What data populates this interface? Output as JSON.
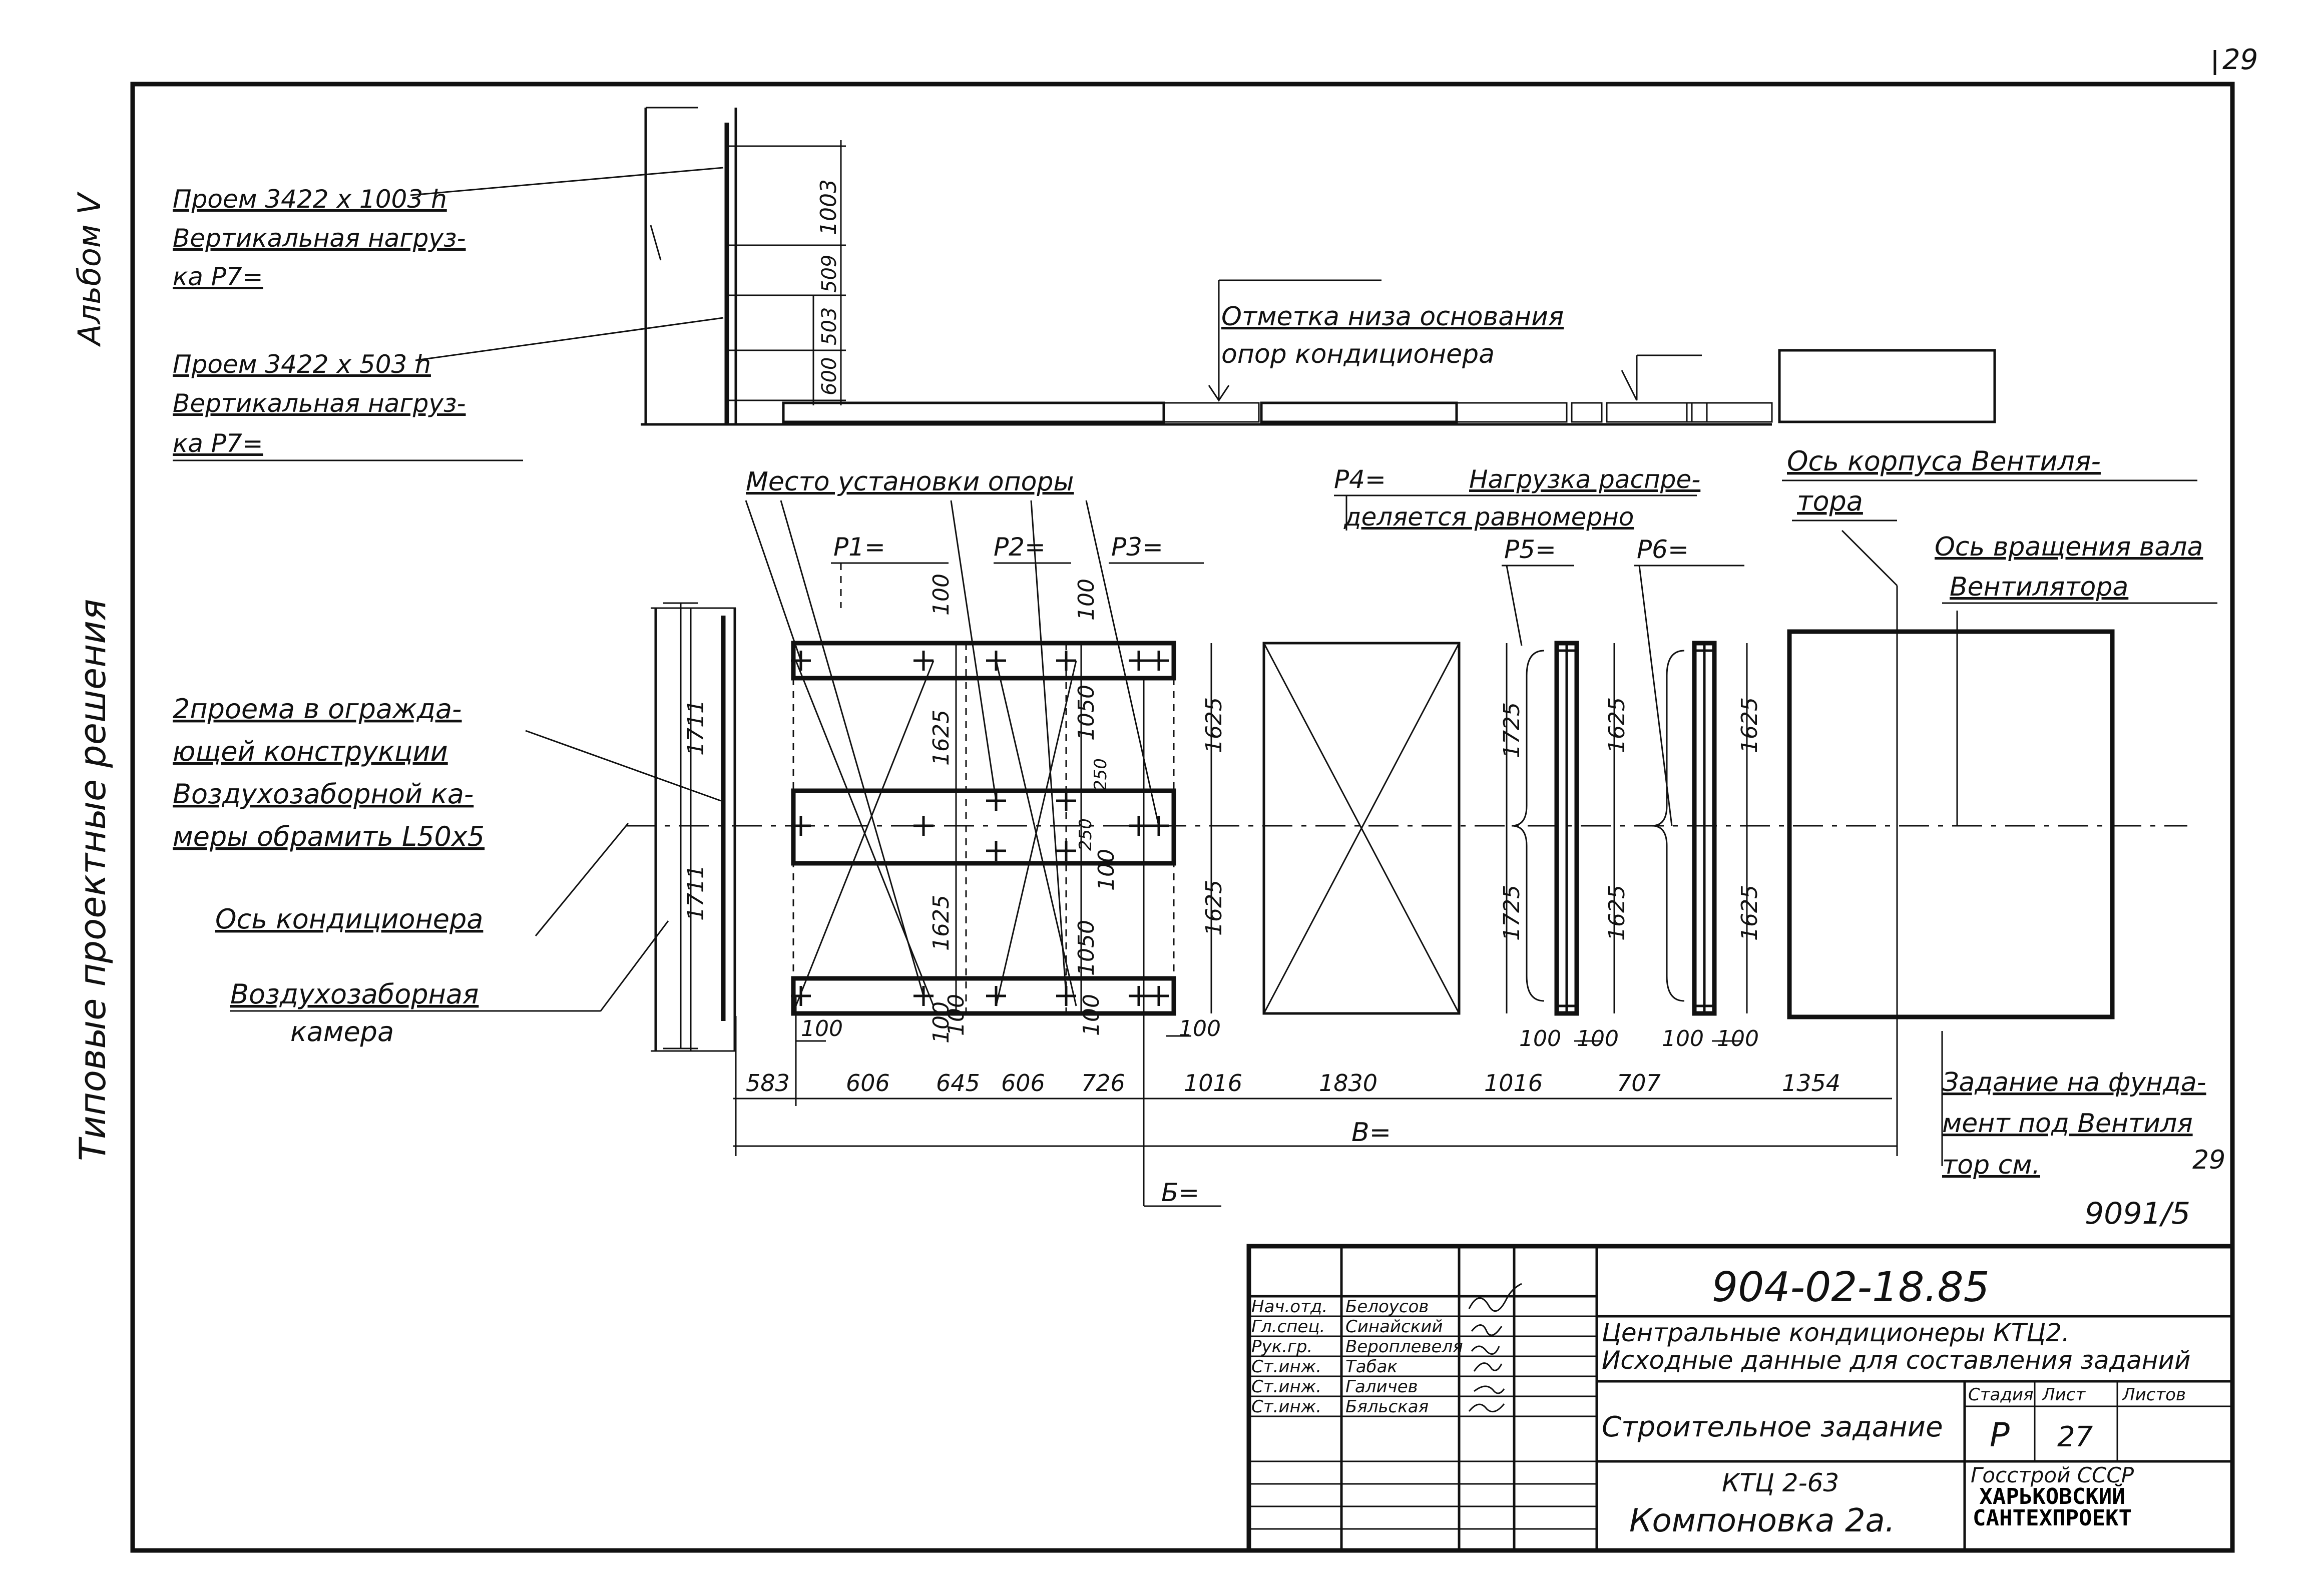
{
  "page_number": "29",
  "side_labels": {
    "album": "Альбом V",
    "series": "Типовые проектные решения"
  },
  "left_notes": {
    "opening1_line1": "Проем 3422 x 1003 h",
    "opening1_line2": "Вертикальная нагруз-",
    "opening1_line3": "ка P7=",
    "opening2_line1": "Проем 3422 x 503 h",
    "opening2_line2": "Вертикальная нагруз-",
    "opening2_line3": "ка P7=",
    "two_openings_line1": "2проема в огражда-",
    "two_openings_line2": "ющей конструкции",
    "two_openings_line3": "Воздухозаборной ка-",
    "two_openings_line4": "меры обрамить L50x5",
    "conditioner_axis": "Ось кондиционера",
    "intake_chamber_line1": "Воздухозаборная",
    "intake_chamber_line2": "камера"
  },
  "top_notes": {
    "base_mark_line1": "Отметка низа основания",
    "base_mark_line2": "опор кондиционера",
    "support_place": "Место установки опоры",
    "p4_label": "P4=",
    "p4_note_line1": "Нагрузка распре-",
    "p4_note_line2": "деляется равномерно",
    "fan_body_axis_line1": "Ось корпуса Вентиля-",
    "fan_body_axis_line2": "тора",
    "fan_shaft_axis_line1": "Ось вращения вала",
    "fan_shaft_axis_line2": "Вентилятора",
    "fan_foundation_line1": "Задание на фунда-",
    "fan_foundation_line2": "мент под Вентиля",
    "fan_foundation_line3": "тор см.",
    "fan_foundation_ref": "29",
    "fan_foundation_code": "9091/5"
  },
  "loads": {
    "p1": "P1=",
    "p2": "P2=",
    "p3": "P3=",
    "p5": "P5=",
    "p6": "P6="
  },
  "elevation_dims": {
    "d1003": "1003",
    "d509": "509",
    "d503": "503",
    "d600": "600"
  },
  "plan_dims": {
    "d1711_top": "1711",
    "d1711_bottom": "1711",
    "d1625_a": "1625",
    "d1625_b": "1625",
    "d1050_a": "1050",
    "d1050_b": "1050",
    "d100_a": "100",
    "d100_b": "100",
    "d100_c": "100",
    "d100_d": "100",
    "d250": "250",
    "d250b": "250",
    "d1625_c": "1625",
    "d1625_d": "1625",
    "d1725_a": "1725",
    "d1725_b": "1725",
    "d1625_e": "1625",
    "d1625_f": "1625",
    "d1625_g": "1625",
    "d1625_h": "1625",
    "b100_1": "100",
    "b100_2": "100",
    "b100_3": "100",
    "b100_4": "100",
    "b100_5": "100",
    "b100_6": "100",
    "b100_7": "100",
    "b100_8": "100",
    "b100_9": "100"
  },
  "chain_dims": [
    "583",
    "606",
    "645",
    "606",
    "726",
    "1016",
    "1830",
    "1016",
    "707",
    "1354"
  ],
  "total_dim_b": "В=",
  "partial_dim_b": "Б=",
  "title_block": {
    "code": "904-02-18.85",
    "roles": [
      "Нач.отд.",
      "Гл.спец.",
      "Рук.гр.",
      "Ст.инж.",
      "Ст.инж.",
      "Ст.инж."
    ],
    "names": [
      "Белоусов",
      "Синайский",
      "Вероплевеля",
      "Табак",
      "Галичев",
      "Бяльская"
    ],
    "title_line1": "Центральные кондиционеры КТЦ2.",
    "title_line2": "Исходные данные для составления заданий",
    "sheet_title": "Строительное задание",
    "stage_header": "Стадия",
    "sheet_header": "Лист",
    "sheets_header": "Листов",
    "stage": "Р",
    "sheet": "27",
    "model_line1": "КТЦ 2-63",
    "model_line2": "Компоновка 2а.",
    "org_line1": "Госстрой СССР",
    "org_line2": "ХАРЬКОВСКИЙ",
    "org_line3": "САНТЕХПРОЕКТ"
  }
}
